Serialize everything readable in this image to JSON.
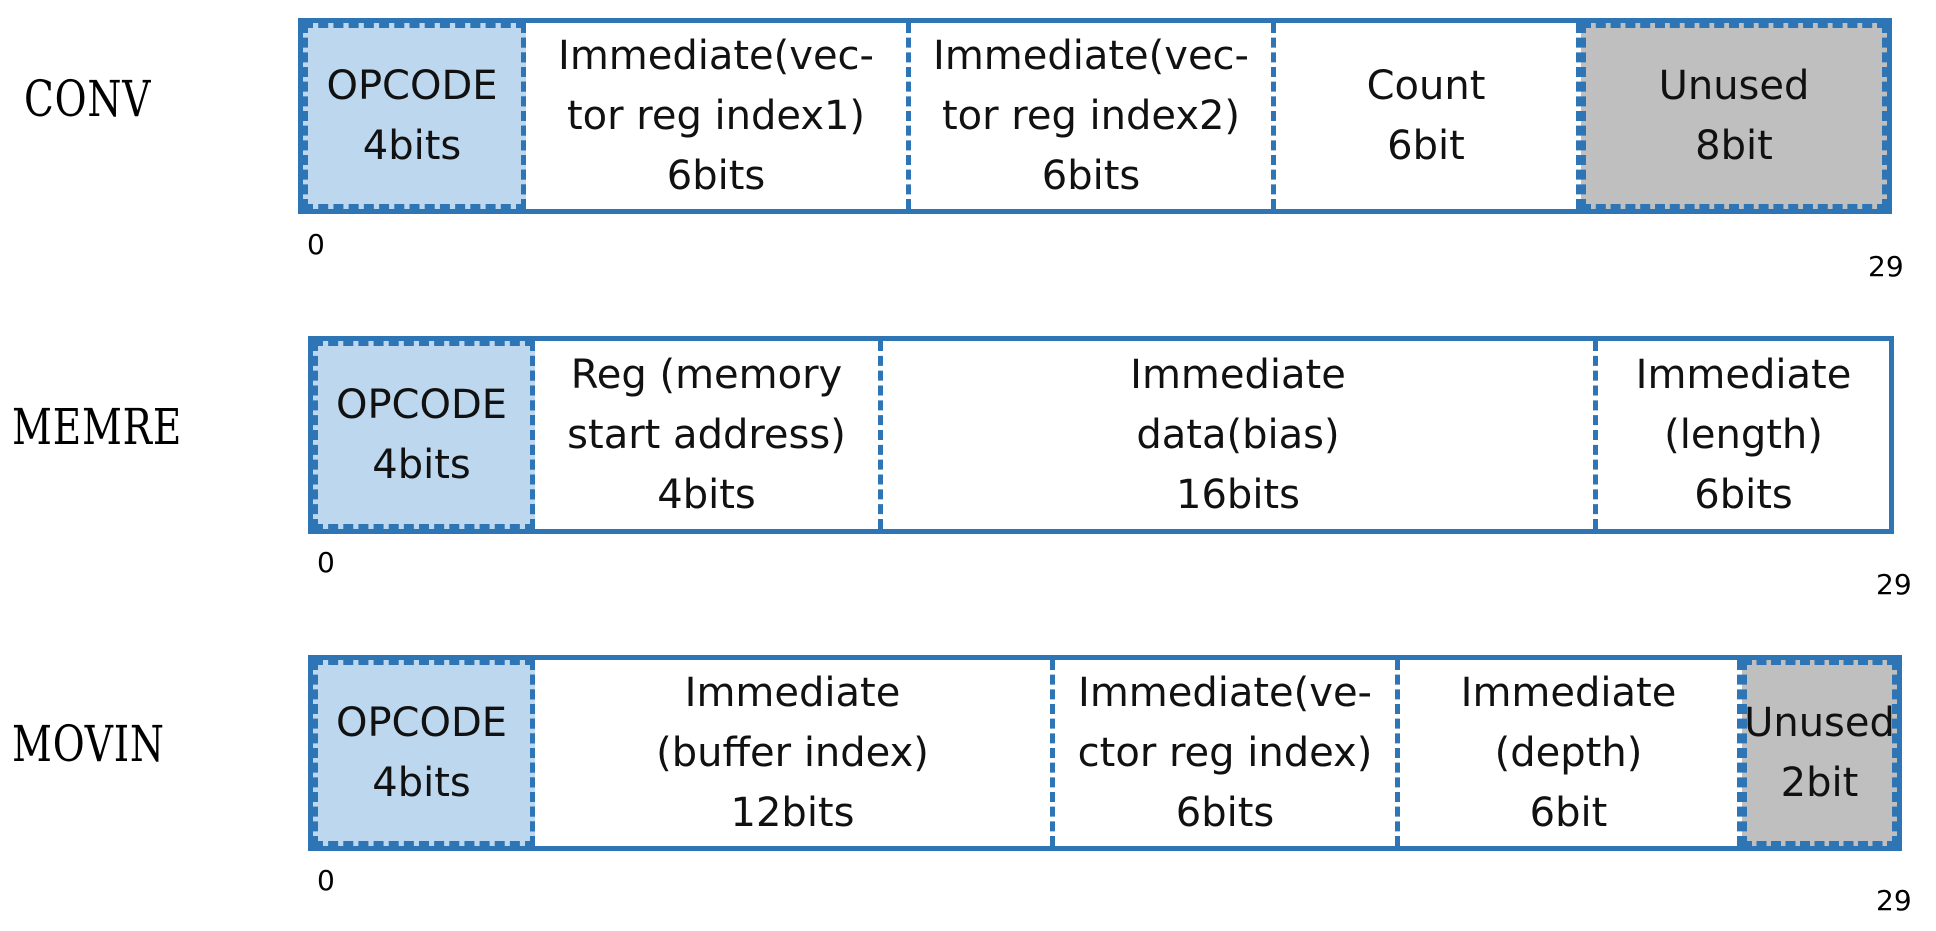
{
  "rows": [
    {
      "label": "CONV",
      "fields": [
        {
          "lines": [
            "OPCODE",
            "4bits"
          ]
        },
        {
          "lines": [
            "Immediate(vec-",
            "tor reg index1)",
            "6bits"
          ]
        },
        {
          "lines": [
            "Immediate(vec-",
            "tor reg index2)",
            "6bits"
          ]
        },
        {
          "lines": [
            "Count",
            "6bit"
          ]
        },
        {
          "lines": [
            "Unused",
            "8bit"
          ]
        }
      ],
      "start_bit": "0",
      "end_bit": "29"
    },
    {
      "label": "MEMRE",
      "fields": [
        {
          "lines": [
            "OPCODE",
            "4bits"
          ]
        },
        {
          "lines": [
            "Reg (memory",
            "start address)",
            "4bits"
          ]
        },
        {
          "lines": [
            "Immediate",
            "data(bias)",
            "16bits"
          ]
        },
        {
          "lines": [
            "Immediate",
            "(length)",
            "6bits"
          ]
        }
      ],
      "start_bit": "0",
      "end_bit": "29"
    },
    {
      "label": "MOVIN",
      "fields": [
        {
          "lines": [
            "OPCODE",
            "4bits"
          ]
        },
        {
          "lines": [
            "Immediate",
            "(buffer index)",
            "12bits"
          ]
        },
        {
          "lines": [
            "Immediate(ve-",
            "ctor reg index)",
            "6bits"
          ]
        },
        {
          "lines": [
            "Immediate",
            "(depth)",
            "6bit"
          ]
        },
        {
          "lines": [
            "Unused",
            "2bit"
          ]
        }
      ],
      "start_bit": "0",
      "end_bit": "29"
    }
  ],
  "colors": {
    "border": "#2e75b6",
    "opcode_fill": "#bdd7ee",
    "unused_fill": "#bfbfbf"
  }
}
